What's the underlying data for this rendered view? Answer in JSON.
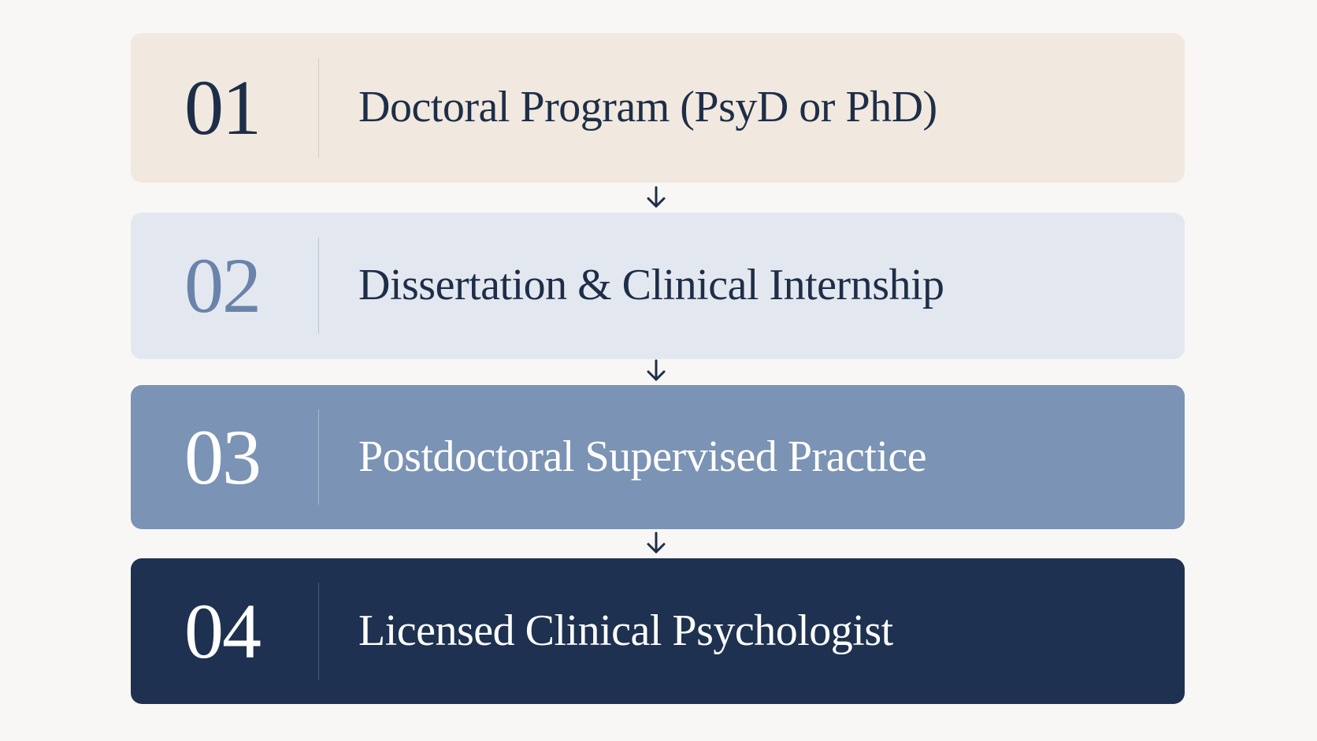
{
  "steps": [
    {
      "number": "01",
      "label": "Doctoral Program (PsyD or PhD)"
    },
    {
      "number": "02",
      "label": "Dissertation & Clinical Internship"
    },
    {
      "number": "03",
      "label": "Postdoctoral Supervised Practice"
    },
    {
      "number": "04",
      "label": "Licensed Clinical Psychologist"
    }
  ],
  "arrows": [
    {
      "icon": "arrow-down-icon"
    },
    {
      "icon": "arrow-down-icon"
    },
    {
      "icon": "arrow-down-icon"
    }
  ],
  "colors": {
    "background": "#f9f7f5",
    "step_1": "#f1e8df",
    "step_2": "#e3e8f0",
    "step_3": "#7b93b4",
    "step_4": "#1e3150",
    "navy_text": "#1e2e48",
    "step_2_number": "#6a83aa",
    "arrow": "#1e2e48"
  }
}
